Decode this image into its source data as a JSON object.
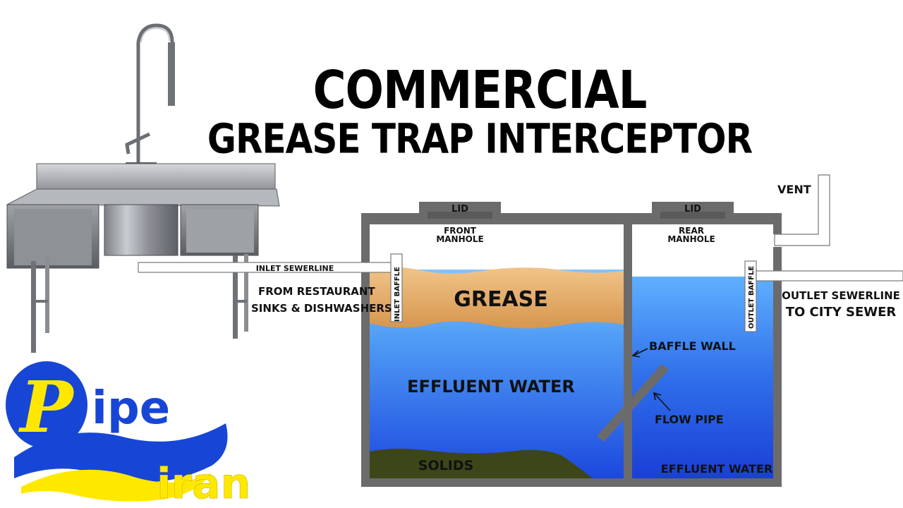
{
  "title": {
    "line1": "COMMERCIAL",
    "line2": "GREASE TRAP INTERCEPTOR"
  },
  "labels": {
    "lid_front": "LID",
    "lid_rear": "LID",
    "front_manhole_1": "FRONT",
    "front_manhole_2": "MANHOLE",
    "rear_manhole_1": "REAR",
    "rear_manhole_2": "MANHOLE",
    "vent": "VENT",
    "inlet_sewerline": "INLET SEWERLINE",
    "from_restaurant_1": "FROM RESTAURANT",
    "from_restaurant_2": "SINKS & DISHWASHERS",
    "inlet_baffle": "INLET BAFFLE",
    "outlet_baffle": "OUTLET BAFFLE",
    "grease": "GREASE",
    "effluent_water": "EFFLUENT WATER",
    "solids": "SOLIDS",
    "baffle_wall": "BAFFLE WALL",
    "flow_pipe": "FLOW PIPE",
    "effluent_water_rear": "EFFLUENT WATER",
    "outlet_sewerline_1": "OUTLET SEWERLINE",
    "outlet_sewerline_2": "TO CITY SEWER"
  },
  "logo": {
    "letter": "P",
    "word1": "ipe",
    "word2": "iran"
  },
  "colors": {
    "grease": "#e0a560",
    "water_top": "#9ed8ff",
    "water_bottom": "#1f4fe0",
    "solids": "#3f4a1c",
    "tank_wall": "#6b6b6b",
    "logo_blue": "#1746d6",
    "logo_yellow": "#ffe800"
  }
}
